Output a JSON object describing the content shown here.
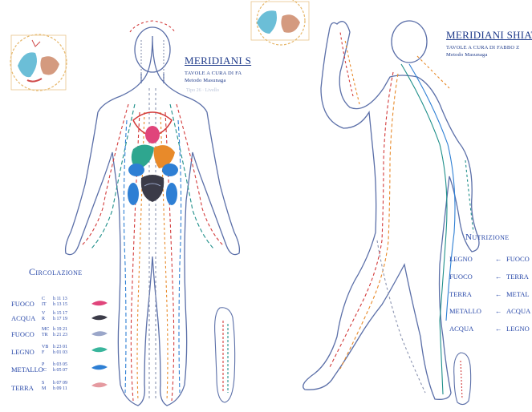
{
  "left_chart": {
    "title": "MERIDIANI S",
    "subtitle": "TAVOLE A CURA DI FA",
    "method": "Metodo Masunaga",
    "faint_note": "Tipo 26 · Livello",
    "legend_title": "Circolazione",
    "legend_rows": [
      {
        "element": "FUOCO",
        "codes": [
          "C",
          "IT"
        ],
        "hours": [
          "h 11 13",
          "h 13 15"
        ],
        "color": "#e0457b"
      },
      {
        "element": "ACQUA",
        "codes": [
          "V",
          "R"
        ],
        "hours": [
          "h 15 17",
          "h 17 19"
        ],
        "color": "#3b3b48"
      },
      {
        "element": "FUOCO",
        "codes": [
          "MC",
          "TR"
        ],
        "hours": [
          "h 19 21",
          "h 21 23"
        ],
        "color": "#9aa6c9"
      },
      {
        "element": "LEGNO",
        "codes": [
          "VB",
          "F"
        ],
        "hours": [
          "h 23 01",
          "h 01 03"
        ],
        "color": "#39b59c"
      },
      {
        "element": "METALLO",
        "codes": [
          "P",
          "IC"
        ],
        "hours": [
          "h 03 05",
          "h 05 07"
        ],
        "color": "#2e7fd4"
      },
      {
        "element": "TERRA",
        "codes": [
          "S",
          "M"
        ],
        "hours": [
          "h 07 09",
          "h 09 11"
        ],
        "color": "#e59aa0"
      }
    ]
  },
  "right_chart": {
    "title": "MERIDIANI SHIAT",
    "subtitle": "TAVOLE A CURA DI FABBO Z",
    "method": "Metodo Masunaga",
    "nutrition_title": "Nutrizione",
    "nutrition_rows": [
      {
        "from": "LEGNO",
        "arrow": "←",
        "to": "FUOCO"
      },
      {
        "from": "FUOCO",
        "arrow": "←",
        "to": "TERRA"
      },
      {
        "from": "TERRA",
        "arrow": "←",
        "to": "METAL"
      },
      {
        "from": "METALLO",
        "arrow": "←",
        "to": "ACQUA"
      },
      {
        "from": "ACQUA",
        "arrow": "←",
        "to": "LEGNO"
      }
    ]
  },
  "colors": {
    "ink": "#1e3a8a",
    "outline": "#5b6fa8",
    "red_meridian": "#d33b3b",
    "teal_meridian": "#1f8f8a",
    "orange_meridian": "#e88a2a",
    "grey_meridian": "#8a93b0"
  }
}
